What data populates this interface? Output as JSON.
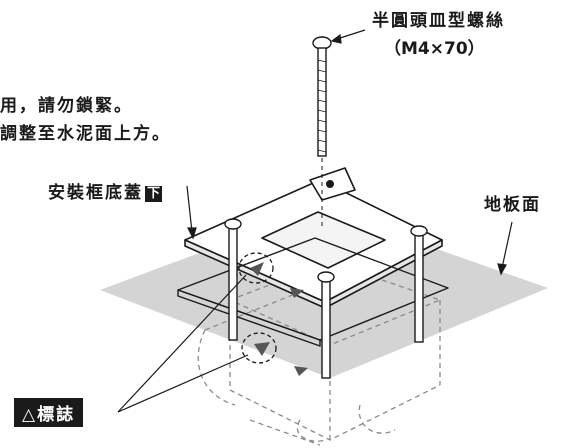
{
  "instructions": {
    "line1": "用，請勿鎖緊。",
    "line2": "調整至水泥面上方。"
  },
  "callouts": {
    "screw_name": "半圓頭皿型螺絲",
    "screw_spec": "（M4×70）",
    "box_cover_label": "安裝框底蓋",
    "box_cover_badge": "下",
    "floor_surface_label": "地板面",
    "marker_label": "△標誌"
  },
  "colors": {
    "line": "#1a1a1a",
    "floor_plane": "#d4d4d4",
    "dashed": "#8a8a8a",
    "marker_fill": "#555555"
  }
}
